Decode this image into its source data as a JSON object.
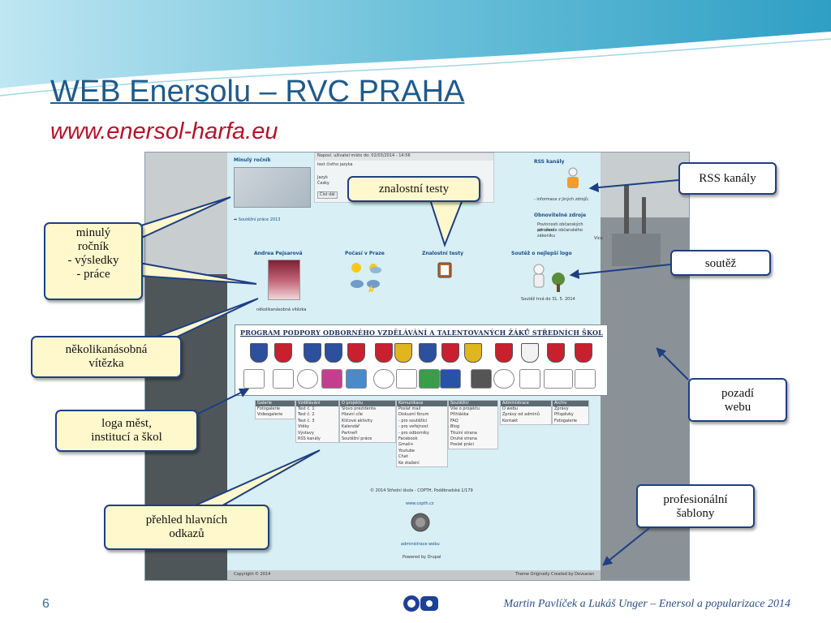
{
  "slide": {
    "title": "WEB Enersolu – RVC PRAHA",
    "subtitle": "www.enersol-harfa.eu",
    "page_number": "6",
    "footer": "Martin Pavlíček a Lukáš Unger – Enersol a popularizace 2014"
  },
  "callouts": {
    "znalostni_testy": "znalostní testy",
    "rss_kanaly": "RSS kanály",
    "minuly_rocnik": [
      "minulý",
      "ročník",
      "- výsledky",
      "- práce"
    ],
    "soutez": "soutěž",
    "vitezka": [
      "několikanásobná",
      "vítězka"
    ],
    "pozadi": [
      "pozadí",
      "webu"
    ],
    "loga": [
      "loga měst,",
      "institucí a škol"
    ],
    "sablony": [
      "profesionální",
      "šablony"
    ],
    "odkazy": [
      "přehled hlavních",
      "odkazů"
    ]
  },
  "website": {
    "minuly_rocnik_title": "Minulý ročník",
    "soutezni_prace": "Soutěžní práce 2013",
    "login_bar": "Naposl. uživatel místo do: 02/03/2014 - 14:56",
    "login_lang": "test čistho jazyka",
    "jazyk_label": "Jazyk",
    "jazyk_value": "Česky",
    "cist_dal": "Číst dál",
    "rss_title": "RSS kanály",
    "rss_info": "- informace z jiných zdrojů:",
    "obnovitelne_title": "Obnovitelné zdroje",
    "obnovitelne_text": [
      "Povinnosti občanských sdružení",
      "po novele občanského zákoníku"
    ],
    "vice": "Více",
    "andrea_title": "Andrea Pejsarová",
    "andrea_caption": "několikanásobná vítězka",
    "pocasi_title": "Počasí v Praze",
    "testy_title": "Znalostní testy",
    "soutez_title": "Soutěž o nejlepší logo",
    "soutez_caption": "Soutěž trvá do 31. 5. 2014",
    "banner_title": "PROGRAM PODPORY ODBORNÉHO VZDĚLÁVÁNÍ A TALENTOVANÝCH ŽÁKŮ STŘEDNÍCH ŠKOL",
    "menus": [
      {
        "head": "Galerie",
        "items": [
          "Fotogalerie",
          "Videogalerie"
        ]
      },
      {
        "head": "Vzdělávání",
        "items": [
          "Test č. 1",
          "Test č. 2",
          "Test č. 3",
          "Vtěky",
          "Výstavy",
          "RSS kanály"
        ]
      },
      {
        "head": "O projektu",
        "items": [
          "Slovo prezidenta",
          "Hlavní cíle",
          "Klíčové aktivity",
          "Kalendář",
          "Partneři",
          "Soutěžní práce"
        ]
      },
      {
        "head": "Komunikace",
        "items": [
          "Poslat mail",
          "Diskuzní fórum",
          "- pro soutěžící",
          "- pro veřejnost",
          "- pro odborníky",
          "Facebook",
          "Gmail+",
          "Youtube",
          "Chat",
          "Ke stažení"
        ]
      },
      {
        "head": "Soutěžící",
        "items": [
          "Vše o projektu",
          "Přihláška",
          "FAQ",
          "Blog",
          "Titulní strana",
          "Druhé strana",
          "Poslat práci"
        ]
      },
      {
        "head": "Administrace",
        "items": [
          "O webu",
          "Zprávy od adminů",
          "Kontakt"
        ]
      },
      {
        "head": "Archiv",
        "items": [
          "Zprávy",
          "Příspěvky",
          "Fotogalerie"
        ]
      }
    ],
    "school_line": "© 2014 Střední škola - COPTH, Poděbradská 1/179",
    "school_url": "www.copth.cz",
    "admin_link": "administrace webu",
    "powered": "Powered by Drupal",
    "copyright": "Copyright © 2014",
    "theme_credit": "Theme Originally Created by Devsaran"
  },
  "colors": {
    "title": "#1f5a8a",
    "subtitle": "#b3132a",
    "callout_border": "#1e3f82",
    "callout_fill": "#fff8cc",
    "page_bg": "#d7eff5"
  }
}
